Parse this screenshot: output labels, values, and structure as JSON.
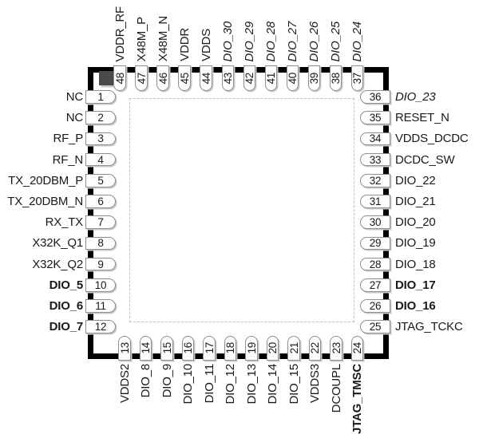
{
  "pins": {
    "left": [
      {
        "num": "1",
        "name": "NC",
        "style": "normal"
      },
      {
        "num": "2",
        "name": "NC",
        "style": "normal"
      },
      {
        "num": "3",
        "name": "RF_P",
        "style": "normal"
      },
      {
        "num": "4",
        "name": "RF_N",
        "style": "normal"
      },
      {
        "num": "5",
        "name": "TX_20DBM_P",
        "style": "normal"
      },
      {
        "num": "6",
        "name": "TX_20DBM_N",
        "style": "normal"
      },
      {
        "num": "7",
        "name": "RX_TX",
        "style": "normal"
      },
      {
        "num": "8",
        "name": "X32K_Q1",
        "style": "normal"
      },
      {
        "num": "9",
        "name": "X32K_Q2",
        "style": "normal"
      },
      {
        "num": "10",
        "name": "DIO_5",
        "style": "bold"
      },
      {
        "num": "11",
        "name": "DIO_6",
        "style": "bold"
      },
      {
        "num": "12",
        "name": "DIO_7",
        "style": "bold"
      }
    ],
    "top": [
      {
        "num": "48",
        "name": "VDDR_RF",
        "style": "normal"
      },
      {
        "num": "47",
        "name": "X48M_P",
        "style": "normal"
      },
      {
        "num": "46",
        "name": "X48M_N",
        "style": "normal"
      },
      {
        "num": "45",
        "name": "VDDR",
        "style": "normal"
      },
      {
        "num": "44",
        "name": "VDDS",
        "style": "normal"
      },
      {
        "num": "43",
        "name": "DIO_30",
        "style": "italic"
      },
      {
        "num": "42",
        "name": "DIO_29",
        "style": "italic"
      },
      {
        "num": "41",
        "name": "DIO_28",
        "style": "italic"
      },
      {
        "num": "40",
        "name": "DIO_27",
        "style": "italic"
      },
      {
        "num": "39",
        "name": "DIO_26",
        "style": "italic"
      },
      {
        "num": "38",
        "name": "DIO_25",
        "style": "italic"
      },
      {
        "num": "37",
        "name": "DIO_24",
        "style": "italic"
      }
    ],
    "right": [
      {
        "num": "36",
        "name": "DIO_23",
        "style": "italic"
      },
      {
        "num": "35",
        "name": "RESET_N",
        "style": "normal"
      },
      {
        "num": "34",
        "name": "VDDS_DCDC",
        "style": "normal"
      },
      {
        "num": "33",
        "name": "DCDC_SW",
        "style": "normal"
      },
      {
        "num": "32",
        "name": "DIO_22",
        "style": "normal"
      },
      {
        "num": "31",
        "name": "DIO_21",
        "style": "normal"
      },
      {
        "num": "30",
        "name": "DIO_20",
        "style": "normal"
      },
      {
        "num": "29",
        "name": "DIO_19",
        "style": "normal"
      },
      {
        "num": "28",
        "name": "DIO_18",
        "style": "normal"
      },
      {
        "num": "27",
        "name": "DIO_17",
        "style": "bold"
      },
      {
        "num": "26",
        "name": "DIO_16",
        "style": "bold"
      },
      {
        "num": "25",
        "name": "JTAG_TCKC",
        "style": "normal"
      }
    ],
    "bottom": [
      {
        "num": "13",
        "name": "VDDS2",
        "style": "normal"
      },
      {
        "num": "14",
        "name": "DIO_8",
        "style": "normal"
      },
      {
        "num": "15",
        "name": "DIO_9",
        "style": "normal"
      },
      {
        "num": "16",
        "name": "DIO_10",
        "style": "normal"
      },
      {
        "num": "17",
        "name": "DIO_11",
        "style": "normal"
      },
      {
        "num": "18",
        "name": "DIO_12",
        "style": "normal"
      },
      {
        "num": "19",
        "name": "DIO_13",
        "style": "normal"
      },
      {
        "num": "20",
        "name": "DIO_14",
        "style": "normal"
      },
      {
        "num": "21",
        "name": "DIO_15",
        "style": "normal"
      },
      {
        "num": "22",
        "name": "VDDS3",
        "style": "normal"
      },
      {
        "num": "23",
        "name": "DCOUPL",
        "style": "normal"
      },
      {
        "num": "24",
        "name": "JTAG_TMSC",
        "style": "bold"
      }
    ]
  },
  "colors": {
    "background": "#ffffff",
    "frame": "#000000",
    "pad_fill": "#fdfdfd",
    "pad_stroke": "#8f8f8f",
    "pad_shadow": "#c8c8c8",
    "pin1_marker": "#4a4a4a",
    "dashed_outline": "#c2c2c2",
    "text": "#1a1a1a"
  }
}
